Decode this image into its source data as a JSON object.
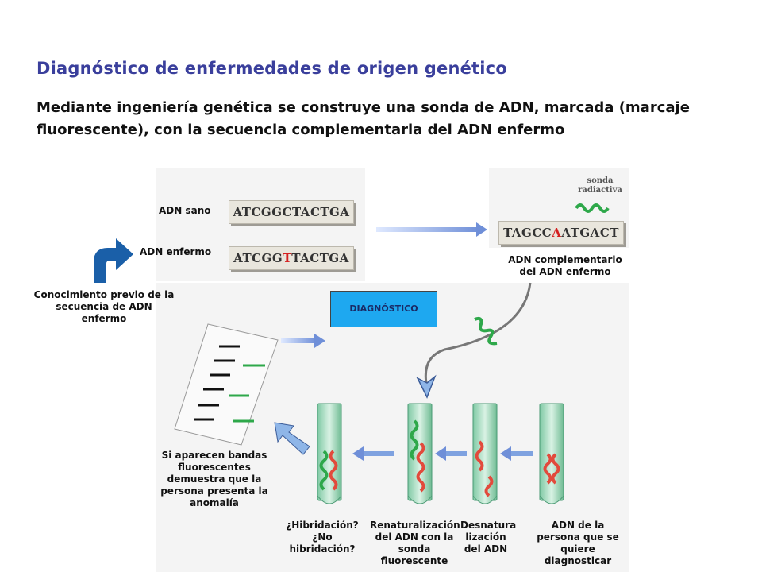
{
  "title": "Diagnóstico de enfermedades de origen genético",
  "intro": "Mediante ingeniería genética se construye una sonda de ADN, marcada (marcaje fluorescente), con la secuencia complementaria del ADN enfermo",
  "labels": {
    "adn_sano": "ADN sano",
    "adn_enfermo": "ADN enfermo",
    "sonda_line1": "sonda",
    "sonda_line2": "radiactiva",
    "adn_complementario": "ADN complementario del ADN enfermo",
    "conocimiento": "Conocimiento previo de la secuencia de ADN enfermo",
    "diagnostico": "DIAGNÓSTICO",
    "bandas": "Si aparecen bandas fluorescentes demuestra que la persona presenta la anomalía",
    "hibridacion_1": "¿Hibridación?",
    "hibridacion_2": "¿No hibridación?",
    "renaturalizacion": "Renaturalización del ADN con la sonda fluorescente",
    "desnaturalizacion": "Desnatura lización del ADN",
    "adn_persona": "ADN de la persona que se quiere diagnosticar"
  },
  "sequences": {
    "sano": "ATCGGCTACTGA",
    "enfermo_pre": "ATCGG",
    "enfermo_mut": "T",
    "enfermo_post": "TACTGA",
    "comp_pre": "TAGCC",
    "comp_mut": "A",
    "comp_post": "ATGACT"
  },
  "colors": {
    "title": "#3a3f9c",
    "arrow_blue": "#1a5fa8",
    "diagnostico_box": "#1ea8f0",
    "dna_green": "#2ea84a",
    "dna_red": "#e24a3c",
    "mutation": "#d42020"
  }
}
